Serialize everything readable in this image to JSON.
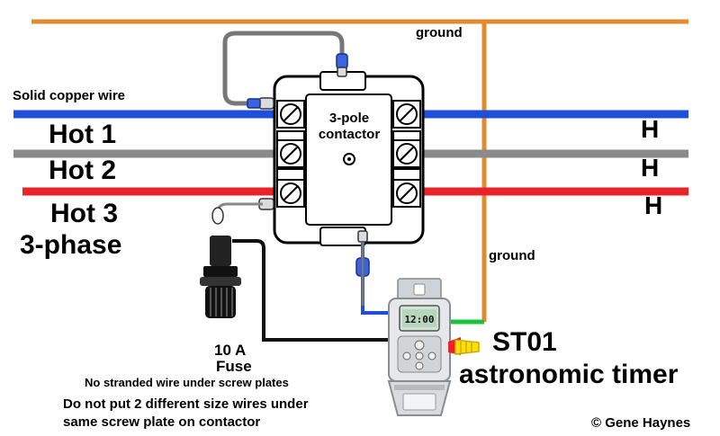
{
  "labels": {
    "solid_copper_wire": "Solid copper wire",
    "hot1": "Hot 1",
    "hot2": "Hot 2",
    "hot3": "Hot 3",
    "three_phase": "3-phase",
    "contactor_line1": "3-pole",
    "contactor_line2": "contactor",
    "ground_top": "ground",
    "ground_mid": "ground",
    "h1": "H",
    "h2": "H",
    "h3": "H",
    "fuse_line1": "10 A",
    "fuse_line2": "Fuse",
    "note1": "No stranded wire under screw plates",
    "note2_line1": "Do not put 2 different size wires under",
    "note2_line2": "same screw plate on contactor",
    "timer_model": "ST01",
    "timer_desc": "astronomic timer",
    "timer_display": "12:00",
    "copyright": "© Gene Haynes"
  },
  "colors": {
    "ground": "#e28a2e",
    "blue": "#1f4fd8",
    "gray": "#8a8a8a",
    "red": "#e8242a",
    "green": "#19c43a",
    "yellow": "#ffe000",
    "black": "#111111"
  }
}
